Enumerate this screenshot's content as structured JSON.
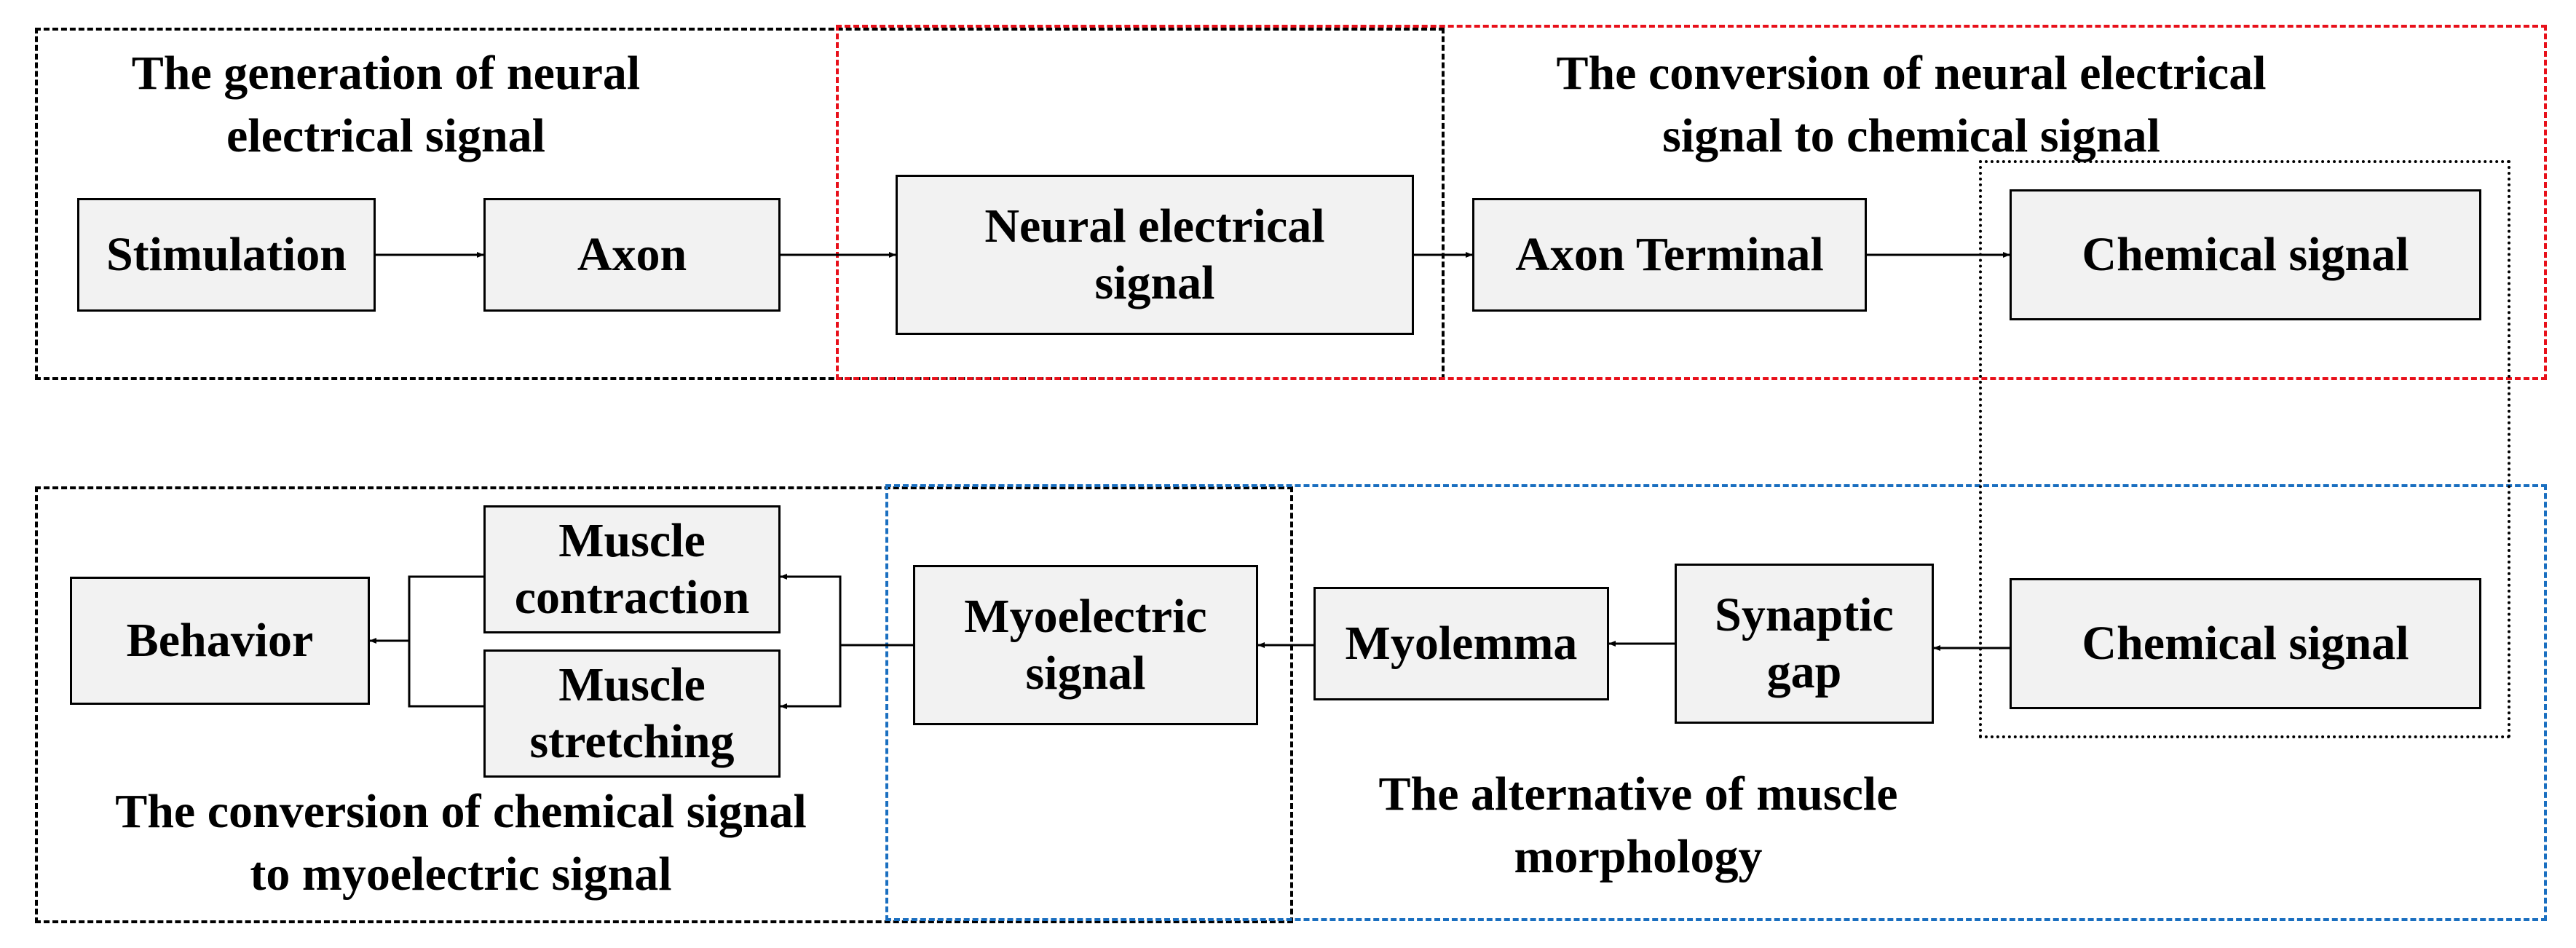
{
  "regions": {
    "generation": "The generation of neural\nelectrical signal",
    "conversion_top": "The conversion of neural electrical\nsignal to chemical signal",
    "conversion_bottom": "The conversion of chemical signal\nto myoelectric signal",
    "alternative": "The alternative of muscle\nmorphology"
  },
  "nodes": {
    "stimulation": "Stimulation",
    "axon": "Axon",
    "neural_signal": "Neural electrical\nsignal",
    "axon_terminal": "Axon Terminal",
    "chemical_top": "Chemical signal",
    "chemical_bottom": "Chemical signal",
    "synaptic_gap": "Synaptic\ngap",
    "myolemma": "Myolemma",
    "myoelectric": "Myoelectric\nsignal",
    "muscle_contraction": "Muscle\ncontraction",
    "muscle_stretching": "Muscle\nstretching",
    "behavior": "Behavior"
  },
  "colors": {
    "black_region": "#000000",
    "red_region": "#e8101a",
    "blue_region": "#1a6fc0",
    "box_fill": "#f2f2f2"
  }
}
